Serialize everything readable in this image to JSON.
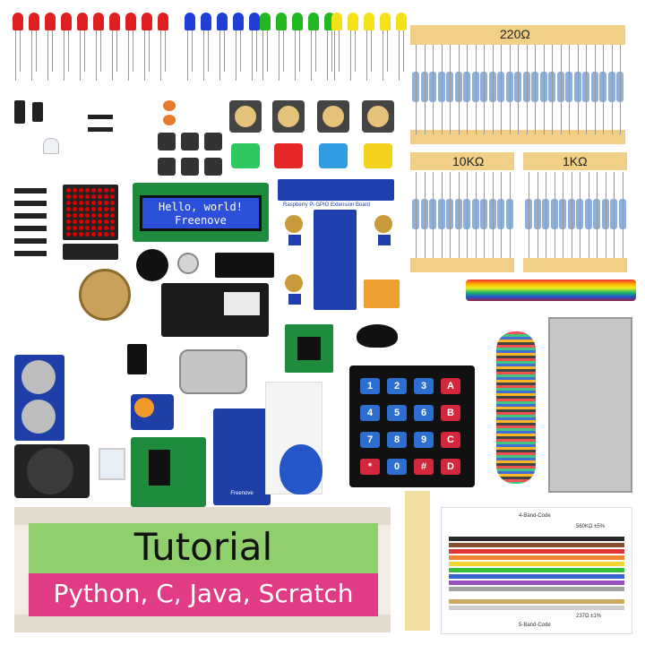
{
  "resistors": {
    "r220": "220Ω",
    "r10k": "10KΩ",
    "r1k": "1KΩ"
  },
  "lcd": {
    "line1": "Hello, world!",
    "line2": "Freenove"
  },
  "gpio_board_label": "Raspberry Pi GPIO Extension Board",
  "rfid_label": "Freenove",
  "keypad": {
    "keys": [
      "1",
      "2",
      "3",
      "A",
      "4",
      "5",
      "6",
      "B",
      "7",
      "8",
      "9",
      "C",
      "*",
      "0",
      "#",
      "D"
    ]
  },
  "banner": {
    "title": "Tutorial",
    "subtitle": "Python, C, Java, Scratch"
  },
  "color_card": {
    "top_label": "4-Band-Code",
    "bottom_label": "5-Band-Code",
    "top_example": "560KΩ ±5%",
    "bottom_example": "237Ω ±1%"
  },
  "colors": {
    "led_red": "#e02020",
    "led_blue": "#1f3fd6",
    "led_green": "#22b822",
    "led_yellow": "#f5e11a",
    "resistor_strip": "#f2cf86",
    "keypad_body": "#111111",
    "keypad_blue": "#2d6fd1",
    "keypad_red": "#d3283b",
    "banner_green": "#8fcf6c",
    "banner_pink": "#e03b84"
  }
}
